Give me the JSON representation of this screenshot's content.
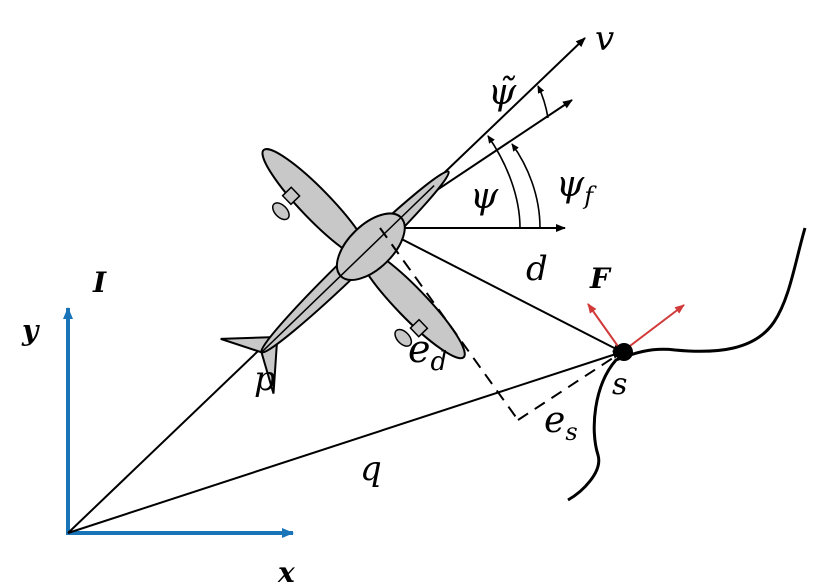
{
  "labels": {
    "v": "v",
    "psi_tilde": "ψ̃",
    "psi": "ψ",
    "psi_f_base": "ψ",
    "psi_f_sub": "f",
    "d": "d",
    "F": "F",
    "I": "I",
    "y": "y",
    "x": "x",
    "p": "p",
    "e_d_base": "e",
    "e_d_sub": "d",
    "s": "s",
    "e_s_base": "e",
    "e_s_sub": "s",
    "q": "q"
  },
  "colors": {
    "axes": "#1a75b8",
    "force": "#d23a3a",
    "aircraft_fill": "#c8c8c8",
    "aircraft_stroke": "#000000",
    "lines": "#000000"
  },
  "icons": {
    "aircraft": "airplane-icon",
    "point": "target-point-icon"
  }
}
